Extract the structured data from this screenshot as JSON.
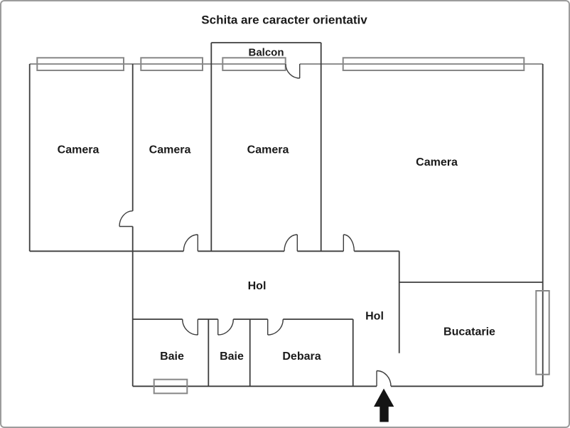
{
  "title": "Schita are caracter orientativ",
  "floor_plan": {
    "labels": {
      "balcony": "Balcon",
      "camera_1": "Camera",
      "camera_2": "Camera",
      "camera_3": "Camera",
      "camera_4": "Camera",
      "hall_main": "Hol",
      "hall_entry": "Hol",
      "bath_1": "Baie",
      "bath_2": "Baie",
      "pantry": "Debara",
      "kitchen": "Bucatarie"
    }
  },
  "colors": {
    "wall": "#3d3d3d",
    "topwall": "#8f8f8f",
    "window": "#878787",
    "text": "#1a1a1a",
    "arrow": "#141414",
    "frame": "#9c9c9c",
    "background": "#ffffff"
  }
}
